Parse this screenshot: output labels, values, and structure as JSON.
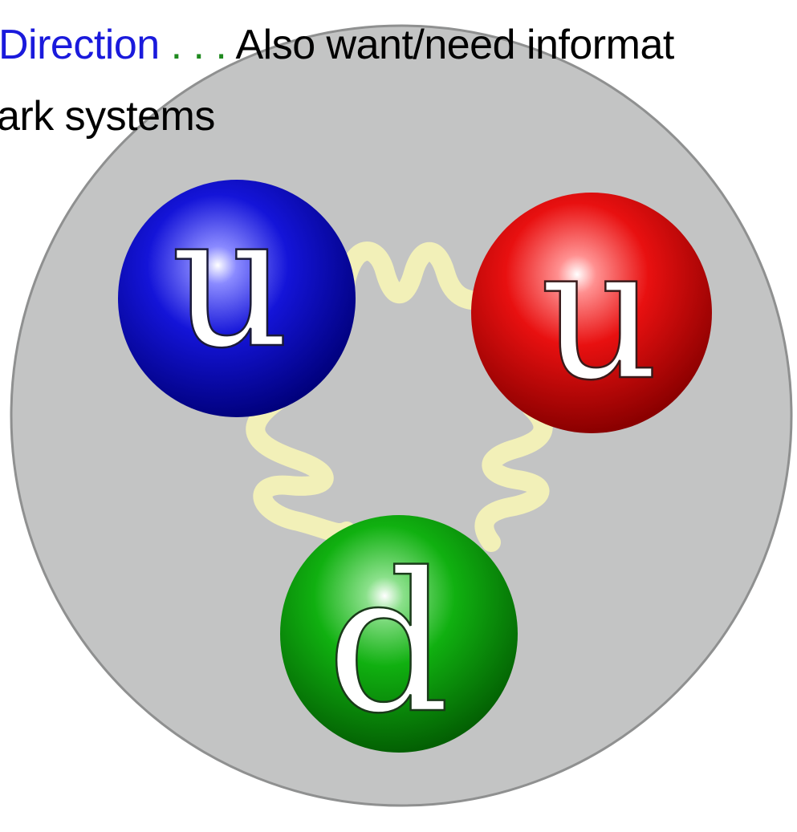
{
  "caption": {
    "line1": {
      "part1": "Direction",
      "part2": " . . . ",
      "part3": " Also want/need informat"
    },
    "line2": "ark systems"
  },
  "diagram": {
    "quarks": [
      {
        "label": "u",
        "color": "#0a0ad0"
      },
      {
        "label": "u",
        "color": "#e00000"
      },
      {
        "label": "d",
        "color": "#08a808"
      }
    ],
    "colors": {
      "hadron_fill": "#c3c4c4",
      "hadron_stroke": "#8f9090",
      "gluon": "#f2f0b8",
      "caption_blue": "#1a1adc",
      "caption_green": "#1f8a1f",
      "caption_black": "#000000"
    }
  }
}
